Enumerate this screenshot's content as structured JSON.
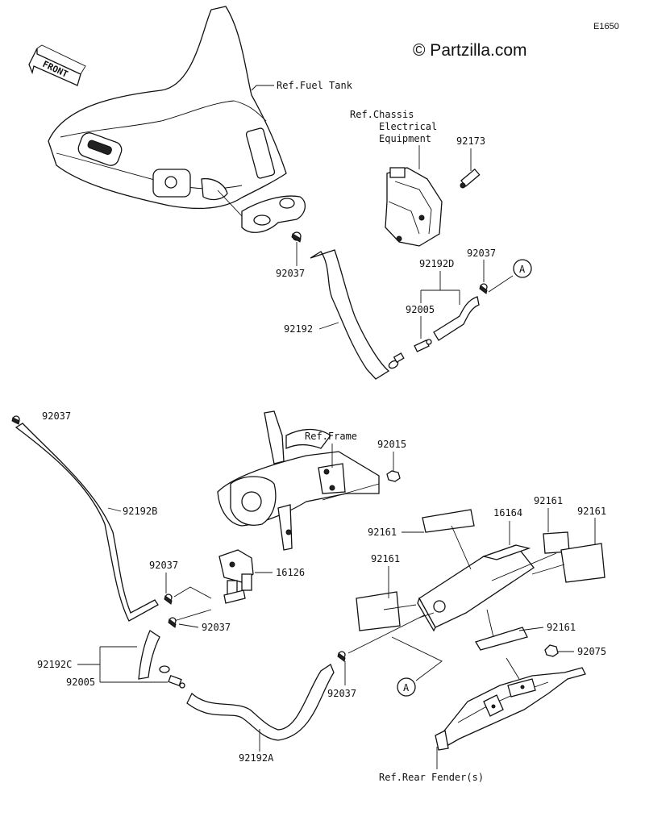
{
  "header": {
    "diagram_code": "E1650",
    "watermark": "© Partzilla.com",
    "front_label": "FRONT"
  },
  "labels": {
    "ref_fuel_tank": "Ref.Fuel Tank",
    "ref_chassis_1": "Ref.Chassis",
    "ref_chassis_2": "Electrical",
    "ref_chassis_3": "Equipment",
    "ref_frame": "Ref.Frame",
    "ref_rear_fender": "Ref.Rear Fender(s)",
    "callout_a": "A"
  },
  "parts": {
    "p92173": "92173",
    "p92037_a": "92037",
    "p92037_b": "92037",
    "p92192D": "92192D",
    "p92005_a": "92005",
    "p92192": "92192",
    "p92037_c": "92037",
    "p92192B": "92192B",
    "p92015": "92015",
    "p92037_d": "92037",
    "p16126": "16126",
    "p92037_e": "92037",
    "p92192C": "92192C",
    "p92005_b": "92005",
    "p92037_f": "92037",
    "p92192A": "92192A",
    "p92161_a": "92161",
    "p16164": "16164",
    "p92161_b": "92161",
    "p92161_c": "92161",
    "p92161_d": "92161",
    "p92161_e": "92161",
    "p92075": "92075"
  }
}
